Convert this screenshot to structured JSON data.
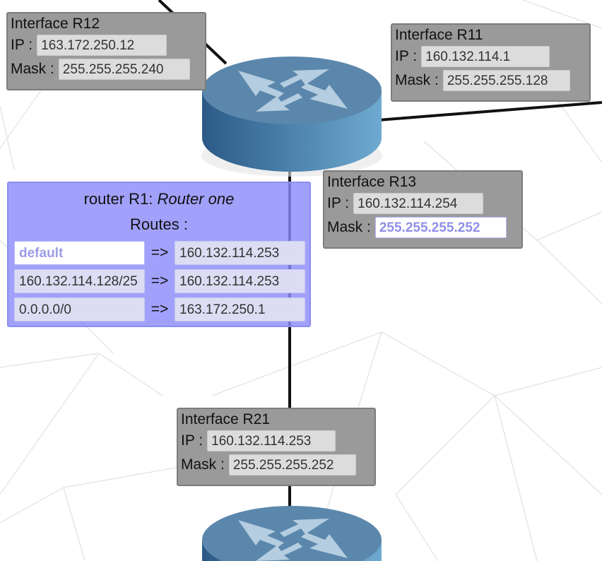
{
  "interfaces": {
    "r12": {
      "title": "Interface R12",
      "ip_label": "IP :",
      "ip": "163.172.250.12",
      "mask_label": "Mask :",
      "mask": "255.255.255.240"
    },
    "r11": {
      "title": "Interface R11",
      "ip_label": "IP :",
      "ip": "160.132.114.1",
      "mask_label": "Mask :",
      "mask": "255.255.255.128"
    },
    "r13": {
      "title": "Interface R13",
      "ip_label": "IP :",
      "ip": "160.132.114.254",
      "mask_label": "Mask :",
      "mask": "255.255.255.252"
    },
    "r21": {
      "title": "Interface R21",
      "ip_label": "IP :",
      "ip": "160.132.114.253",
      "mask_label": "Mask :",
      "mask": "255.255.255.252"
    }
  },
  "router": {
    "title_prefix": "router R1: ",
    "title_name": "Router one",
    "routes_label": "Routes :",
    "arrow": "=>",
    "routes": [
      {
        "destination": "default",
        "gateway": "160.132.114.253"
      },
      {
        "destination": "160.132.114.128/25",
        "gateway": "160.132.114.253"
      },
      {
        "destination": "0.0.0.0/0",
        "gateway": "163.172.250.1"
      }
    ]
  },
  "colors": {
    "router_top": "#5b87ac",
    "router_side_dark": "#2b5a86",
    "router_side_light": "#6eaad0",
    "panel": "#8c8cf8",
    "interface_box": "#9a9a9a",
    "focus_text": "#8f8fe8"
  },
  "icons": [
    "router-icon",
    "router-icon"
  ]
}
